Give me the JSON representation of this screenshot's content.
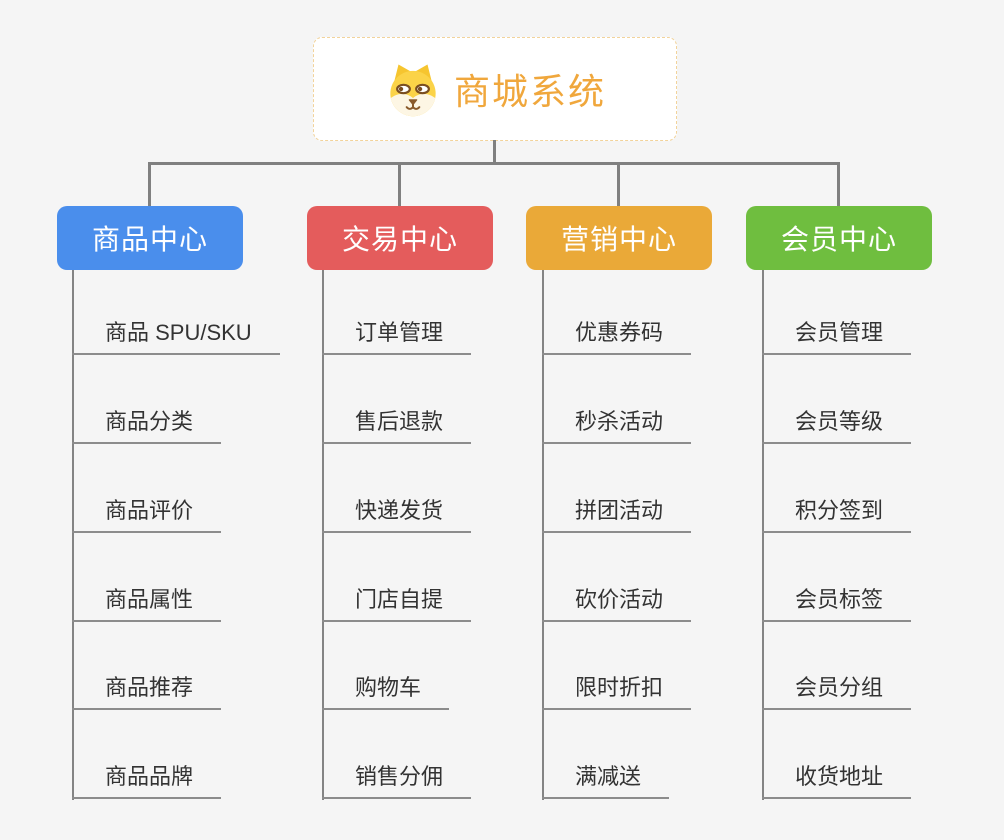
{
  "root": {
    "title": "商城系统",
    "icon": "dog-face-icon",
    "title_color": "#f0a73c",
    "border_color": "#f2d39b"
  },
  "connector_color": "#808080",
  "background_color": "#f5f5f5",
  "branches": [
    {
      "label": "商品中心",
      "color": "#4a8eec",
      "items": [
        "商品 SPU/SKU",
        "商品分类",
        "商品评价",
        "商品属性",
        "商品推荐",
        "商品品牌"
      ]
    },
    {
      "label": "交易中心",
      "color": "#e45c5c",
      "items": [
        "订单管理",
        "售后退款",
        "快递发货",
        "门店自提",
        "购物车",
        "销售分佣"
      ]
    },
    {
      "label": "营销中心",
      "color": "#eaa938",
      "items": [
        "优惠券码",
        "秒杀活动",
        "拼团活动",
        "砍价活动",
        "限时折扣",
        "满减送"
      ]
    },
    {
      "label": "会员中心",
      "color": "#6fbe3f",
      "items": [
        "会员管理",
        "会员等级",
        "积分签到",
        "会员标签",
        "会员分组",
        "收货地址"
      ]
    }
  ]
}
